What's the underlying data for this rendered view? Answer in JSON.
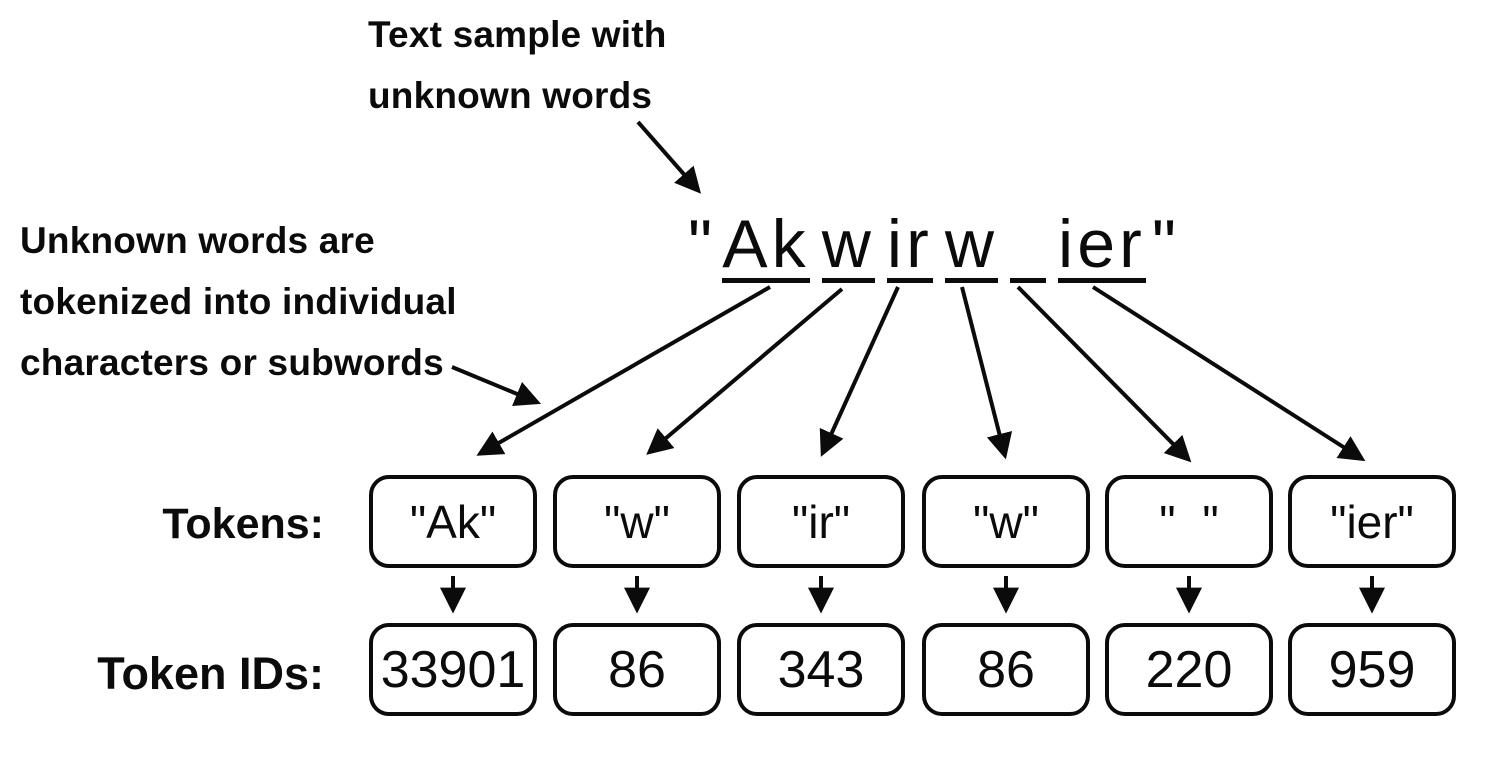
{
  "top_annotation": {
    "lines": [
      "Text sample with",
      "unknown words"
    ]
  },
  "left_annotation": {
    "lines": [
      "Unknown words are",
      "tokenized into individual",
      "characters or subwords"
    ]
  },
  "sample": {
    "open_quote": "\"",
    "close_quote": "\"",
    "segments": [
      "Ak",
      "w",
      "ir",
      "w",
      " ",
      "ier"
    ]
  },
  "labels": {
    "tokens": "Tokens:",
    "token_ids": "Token IDs:"
  },
  "tokens": [
    "\"Ak\"",
    "\"w\"",
    "\"ir\"",
    "\"w\"",
    "\" \"",
    "\"ier\""
  ],
  "token_ids": [
    "33901",
    "86",
    "343",
    "86",
    "220",
    "959"
  ],
  "colors": {
    "ink": "#0b0b0b",
    "background": "#ffffff"
  }
}
